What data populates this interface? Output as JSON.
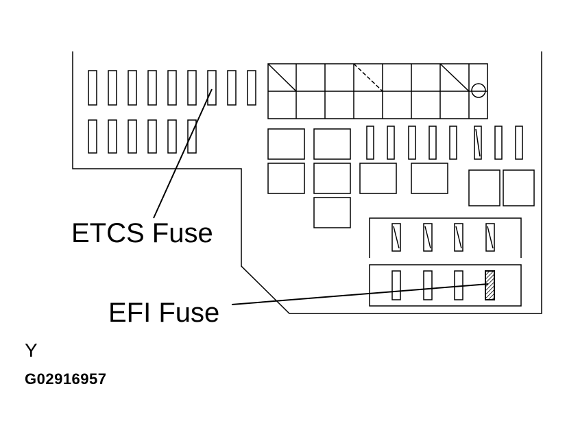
{
  "diagram": {
    "labels": {
      "etcs_fuse": "ETCS Fuse",
      "efi_fuse": "EFI Fuse"
    },
    "view_code": "Y",
    "figure_id": "G02916957",
    "highlight_hatch": "#000000"
  }
}
